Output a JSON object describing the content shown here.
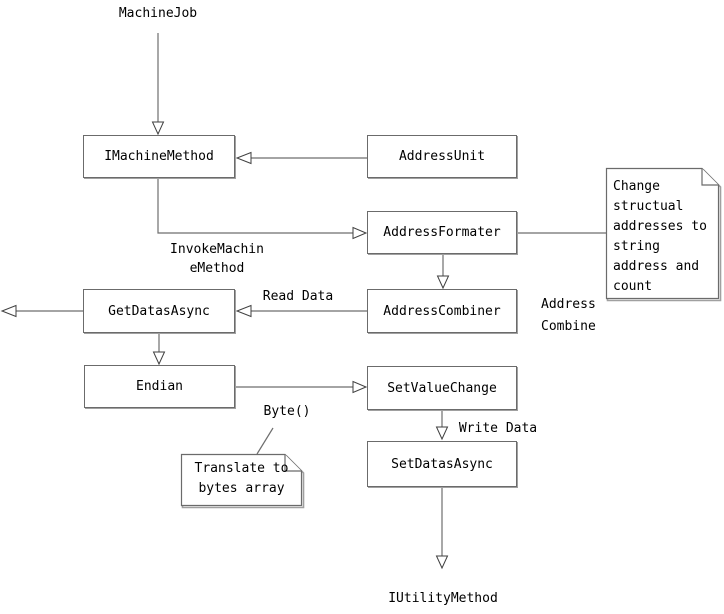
{
  "diagram": {
    "nodes": {
      "imachine_method": "IMachineMethod",
      "address_unit": "AddressUnit",
      "address_formater": "AddressFormater",
      "get_datas_async": "GetDatasAsync",
      "address_combiner": "AddressCombiner",
      "endian": "Endian",
      "set_value_change": "SetValueChange",
      "set_datas_async": "SetDatasAsync"
    },
    "terminals": {
      "machine_job": "MachineJob",
      "iutility_method": "IUtilityMethod"
    },
    "notes": {
      "change_note": "Change\nstructual\naddresses to\nstring\naddress and\ncount",
      "translate_note": "Translate to\nbytes array"
    },
    "edge_labels": {
      "invoke_machine_method": "InvokeMachin\neMethod",
      "read_data": "Read Data",
      "address_combine": "Address\nCombine",
      "byte": "Byte()",
      "write_data": "Write Data"
    },
    "edges": [
      {
        "from": "MachineJob",
        "to": "IMachineMethod",
        "label": ""
      },
      {
        "from": "AddressUnit",
        "to": "IMachineMethod",
        "label": ""
      },
      {
        "from": "IMachineMethod",
        "to": "AddressFormater",
        "label": "InvokeMachineMethod"
      },
      {
        "from": "AddressFormater",
        "to": "change-note",
        "label": "",
        "type": "note-link"
      },
      {
        "from": "AddressFormater",
        "to": "AddressCombiner",
        "label": "Address Combine"
      },
      {
        "from": "AddressCombiner",
        "to": "GetDatasAsync",
        "label": "Read Data"
      },
      {
        "from": "GetDatasAsync",
        "to": "out-left",
        "label": ""
      },
      {
        "from": "GetDatasAsync",
        "to": "Endian",
        "label": ""
      },
      {
        "from": "Endian",
        "to": "SetValueChange",
        "label": "Byte()"
      },
      {
        "from": "SetValueChange",
        "to": "SetDatasAsync",
        "label": "Write Data"
      },
      {
        "from": "SetDatasAsync",
        "to": "IUtilityMethod",
        "label": ""
      },
      {
        "from": "Byte()",
        "to": "translate-note",
        "label": "",
        "type": "note-link"
      }
    ],
    "colors": {
      "line": "#6e6e6e",
      "box_border": "#6b6b6b",
      "arrowhead_stroke": "#3f3f3f",
      "text": "#000000",
      "background": "#ffffff"
    }
  }
}
